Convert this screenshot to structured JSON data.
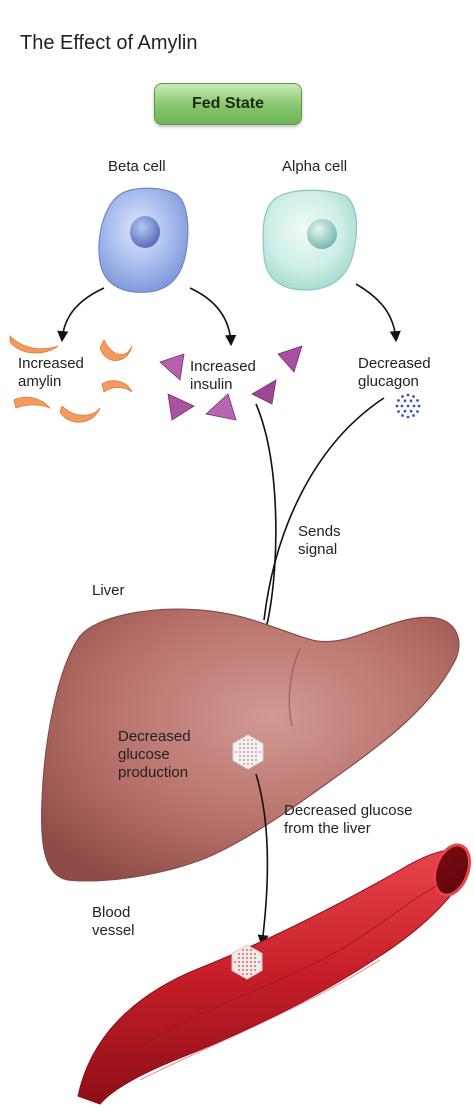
{
  "title": "The Effect of Amylin",
  "state_label": "Fed State",
  "cells": {
    "beta": "Beta cell",
    "alpha": "Alpha cell"
  },
  "effects": {
    "amylin": [
      "Increased",
      "amylin"
    ],
    "insulin": [
      "Increased",
      "insulin"
    ],
    "glucagon": [
      "Decreased",
      "glucagon"
    ]
  },
  "signal": [
    "Sends",
    "signal"
  ],
  "liver_label": "Liver",
  "production": [
    "Decreased",
    "glucose",
    "production"
  ],
  "from_liver": [
    "Decreased glucose",
    "from the liver"
  ],
  "vessel_label": [
    "Blood",
    "vessel"
  ],
  "colors": {
    "beta_cell": "#8fa7e2",
    "alpha_cell": "#c4ece5",
    "amylin": "#f29a5c",
    "insulin": "#a94ea4",
    "glucagon": "#3d55b8",
    "liver": "#b06a63",
    "vessel": "#c8202a",
    "fed_state": "#86c66c"
  }
}
